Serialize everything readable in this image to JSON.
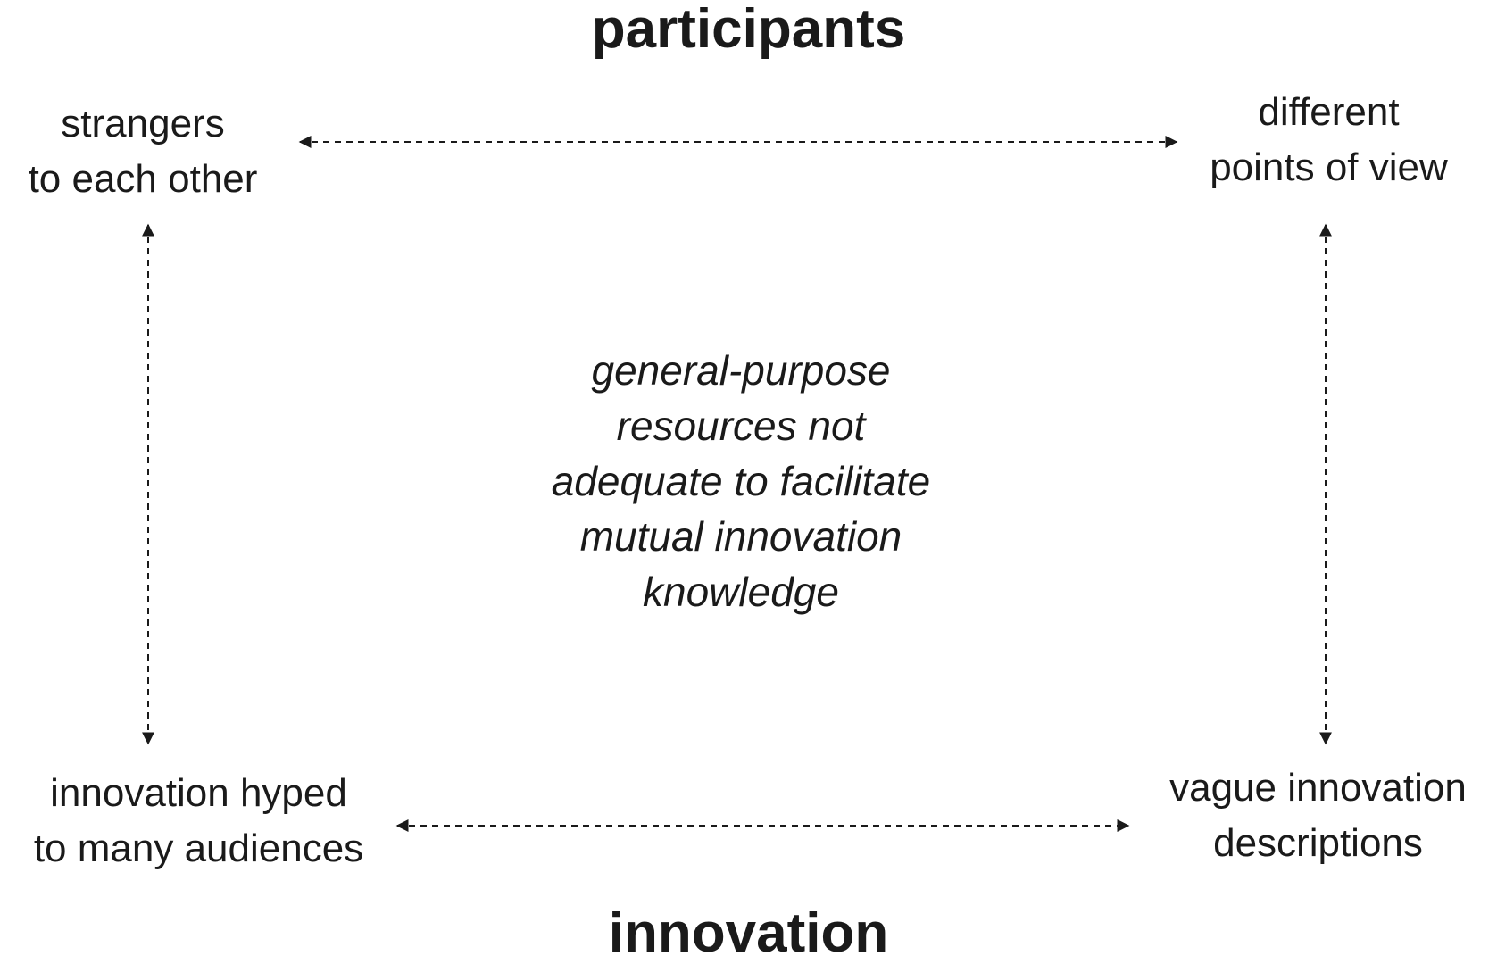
{
  "headings": {
    "top": "participants",
    "bottom": "innovation"
  },
  "nodes": {
    "top_left": [
      "strangers",
      "to each other"
    ],
    "top_right": [
      "different",
      "points of view"
    ],
    "bottom_left": [
      "innovation hyped",
      "to many audiences"
    ],
    "bottom_right": [
      "vague innovation",
      "descriptions"
    ]
  },
  "center_text": [
    "general-purpose",
    "resources not",
    "adequate to facilitate",
    "mutual innovation",
    "knowledge"
  ],
  "colors": {
    "text": "#1a1a1a",
    "arrow": "#1a1a1a",
    "background": "#ffffff"
  }
}
